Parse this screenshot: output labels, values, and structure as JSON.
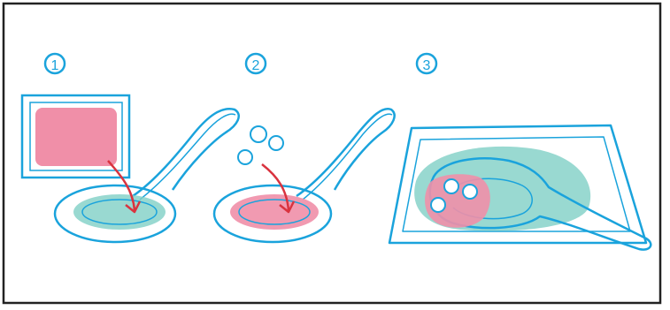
{
  "steps": [
    {
      "number": "1"
    },
    {
      "number": "2"
    },
    {
      "number": "3"
    }
  ],
  "colors": {
    "outline": "#1aa3dc",
    "pink": "#f08fa8",
    "teal": "#7fd0c6",
    "arrow": "#d9333f",
    "border": "#222222"
  }
}
